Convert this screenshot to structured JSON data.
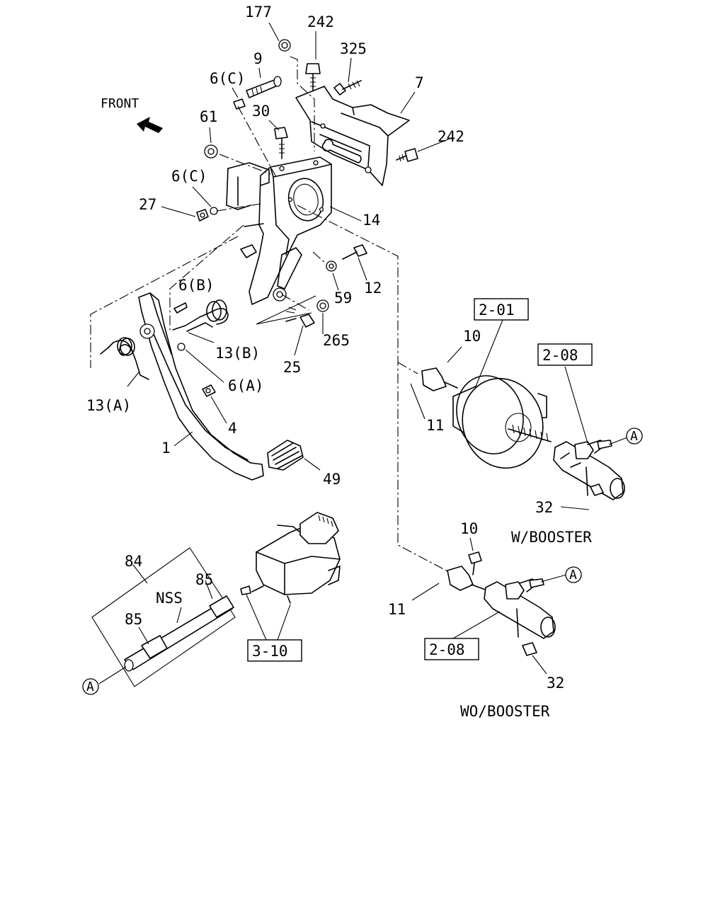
{
  "diagram": {
    "direction_label": "FRONT",
    "part_numbers": {
      "p177": "177",
      "p242_top": "242",
      "p325": "325",
      "p9": "9",
      "p6c_top": "6(C)",
      "p7": "7",
      "p30": "30",
      "p61": "61",
      "p242_right": "242",
      "p6c_mid": "6(C)",
      "p27": "27",
      "p14": "14",
      "p12": "12",
      "p59": "59",
      "p6b": "6(B)",
      "p265": "265",
      "p13b": "13(B)",
      "p25": "25",
      "p6a": "6(A)",
      "p13a": "13(A)",
      "p4": "4",
      "p1": "1",
      "p49": "49",
      "p201": "2-01",
      "p208_top": "2-08",
      "p10_top": "10",
      "p11_top": "11",
      "pA_top": "A",
      "p32_top": "32",
      "p10_bottom": "10",
      "pA_bottom": "A",
      "p11_bottom": "11",
      "p208_bottom": "2-08",
      "p32_bottom": "32",
      "p84": "84",
      "p85_right": "85",
      "pNSS": "NSS",
      "p85_left": "85",
      "pA_hose": "A",
      "p310": "3-10"
    },
    "variant_labels": {
      "with_booster": "W/BOOSTER",
      "without_booster": "WO/BOOSTER"
    }
  }
}
